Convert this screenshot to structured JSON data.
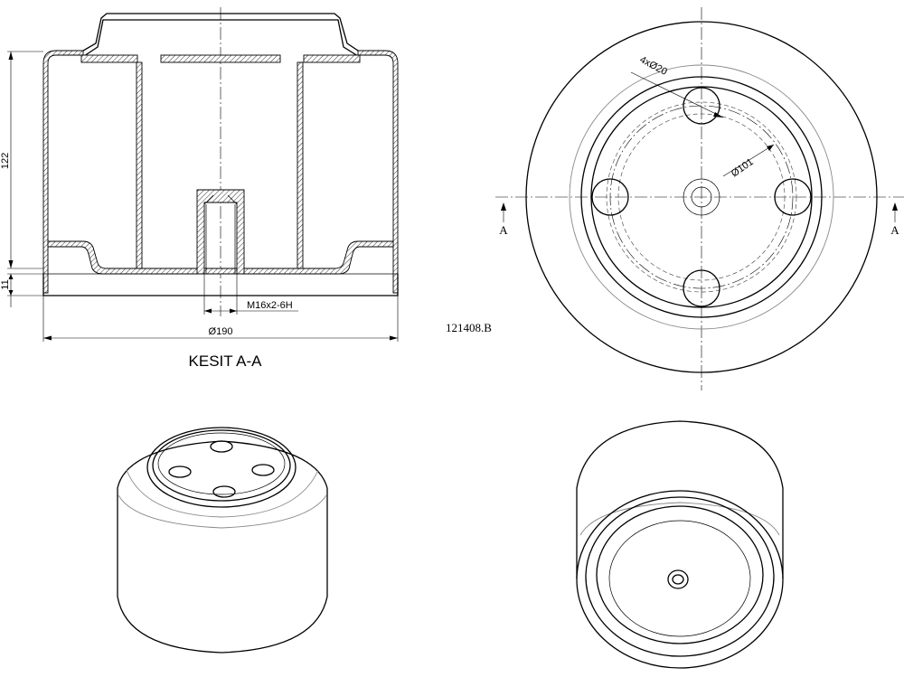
{
  "section_view": {
    "title": "KESIT A-A",
    "dim_height_total": "122",
    "dim_base_height": "11",
    "dim_diameter": "Ø190",
    "dim_thread": "M16x2-6H"
  },
  "top_view": {
    "dim_holes": "4xØ20",
    "dim_pcd": "Ø101",
    "section_mark_left": "A",
    "section_mark_right": "A"
  },
  "drawing_number": "121408.B"
}
